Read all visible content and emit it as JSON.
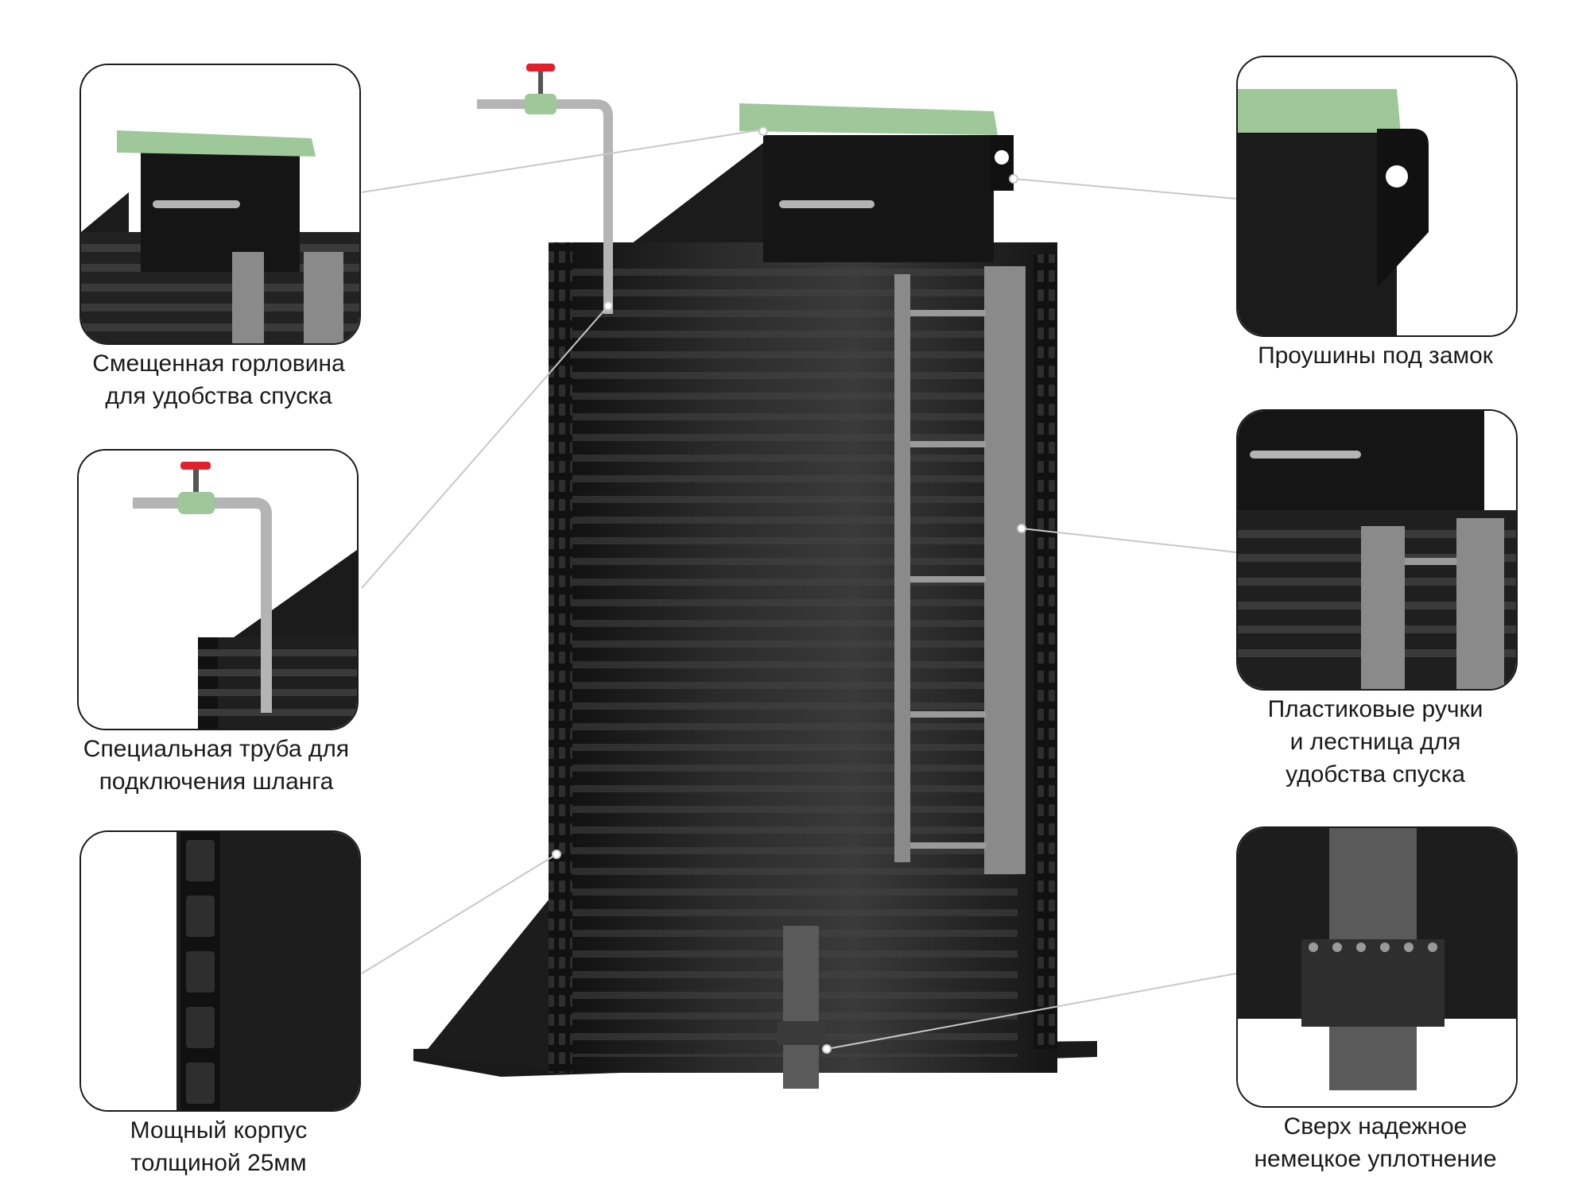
{
  "colors": {
    "tank_body": "#1f1f1f",
    "lid_green": "#9ec89a",
    "pipe_gray": "#b4b4b4",
    "valve_red": "#e0202a",
    "ladder_gray": "#8a8a8a",
    "leader_line": "#c8c8c8"
  },
  "callouts": {
    "neck": {
      "icon": "offset-neck-closeup",
      "line1": "Смещенная горловина",
      "line2": "для удобства спуска"
    },
    "pipe": {
      "icon": "hose-pipe-closeup",
      "line1": "Специальная труба для",
      "line2": "подключения шланга"
    },
    "body": {
      "icon": "wall-section-closeup",
      "line1": "Мощный корпус",
      "line2": "толщиной 25мм"
    },
    "lock": {
      "icon": "lock-eyelet-closeup",
      "line1": "Проушины под замок"
    },
    "ladder": {
      "icon": "ladder-handles-closeup",
      "line1": "Пластиковые ручки",
      "line2": "и лестница для",
      "line3": "удобства спуска"
    },
    "seal": {
      "icon": "seal-flange-closeup",
      "line1": "Сверх надежное",
      "line2": "немецкое уплотнение"
    }
  }
}
